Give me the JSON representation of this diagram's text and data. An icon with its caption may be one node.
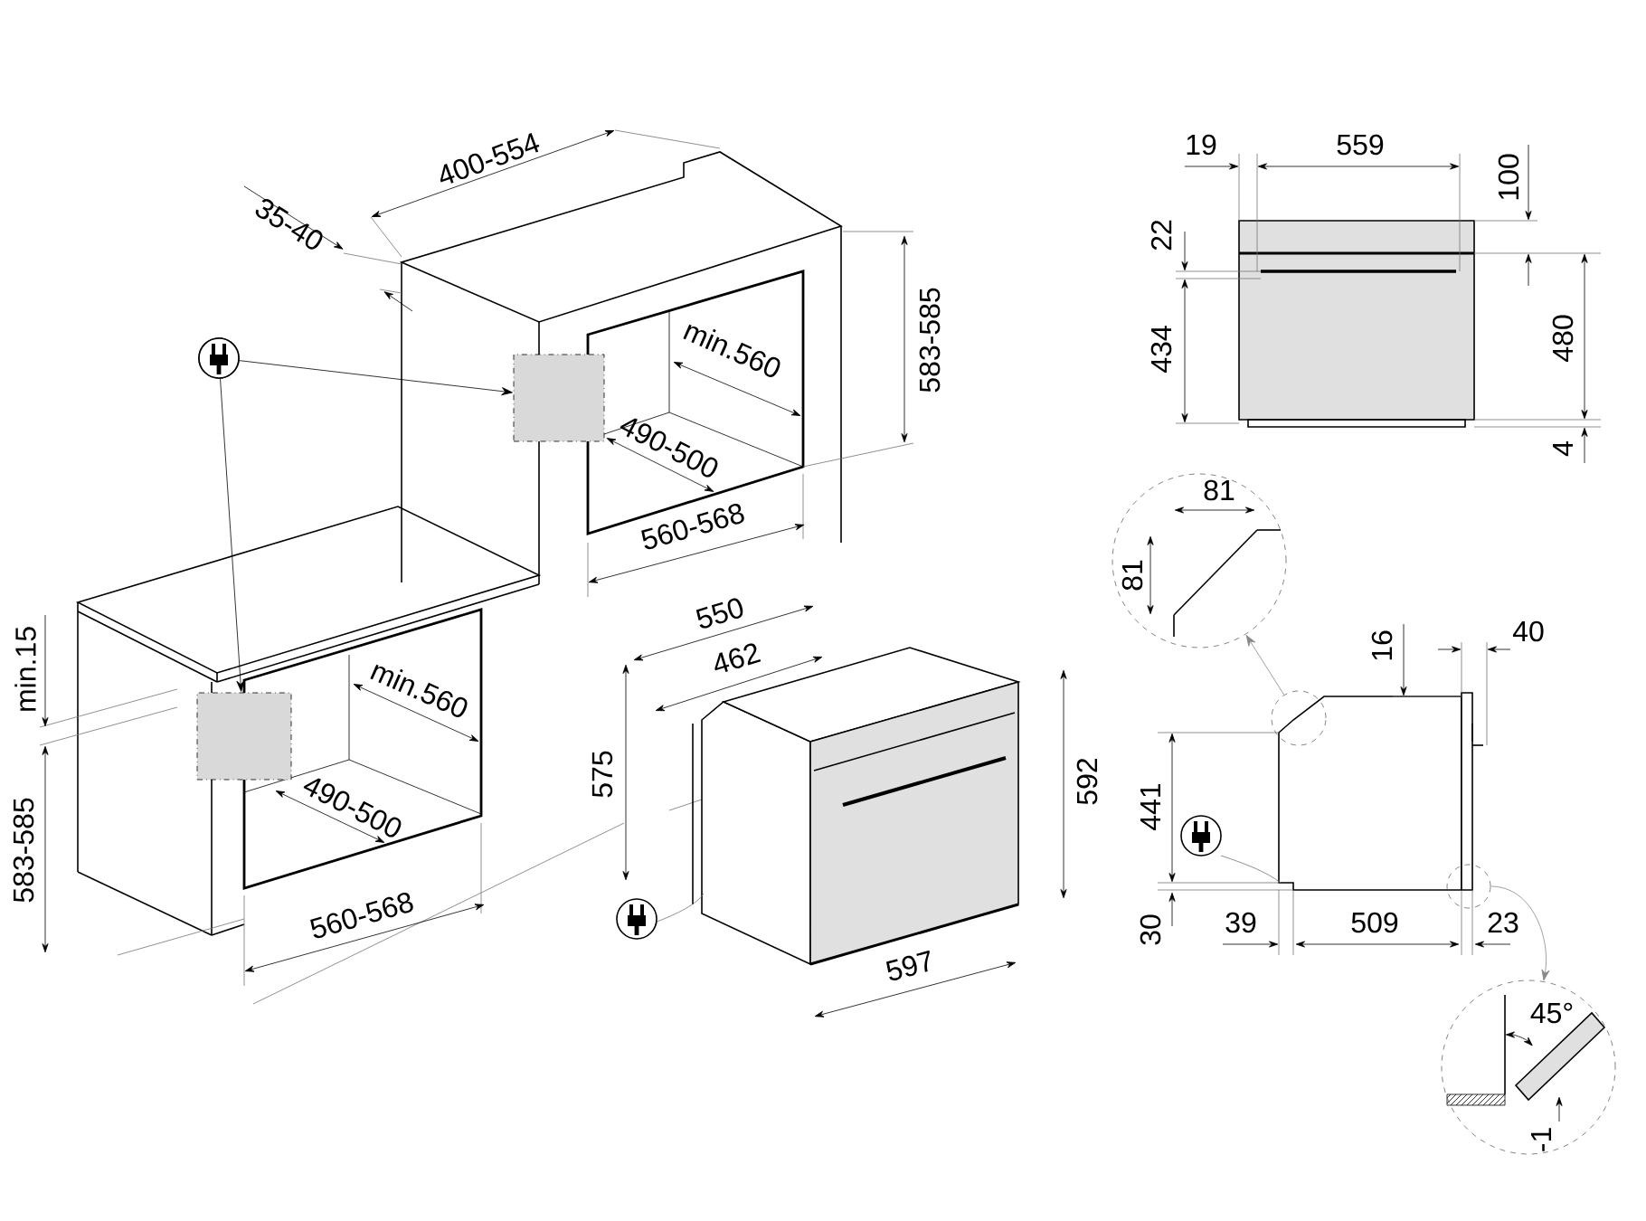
{
  "diagram": {
    "nodes": [
      {
        "text": [],
        "shape": "picture"
      },
      {
        "text": [],
        "shape": "box"
      },
      {
        "text": [],
        "shape": "box"
      },
      {
        "text": [],
        "shape": "circle"
      },
      {
        "text": [
          "81",
          "81"
        ]
      },
      {
        "text": [],
        "shape": "circle"
      },
      {
        "text": [
          "45°",
          "-1"
        ]
      }
    ],
    "edges": [
      {
        "from": 0,
        "to": 1,
        "arrow": "to"
      },
      {
        "from": 0,
        "to": 2,
        "arrow": "to"
      },
      {
        "from": 3,
        "to": 4,
        "arrow": "to",
        "color": "#888888"
      },
      {
        "from": 5,
        "to": 6,
        "arrow": "to",
        "color": "#888888"
      }
    ],
    "labels": [
      "400-554",
      "35-40",
      "583-585",
      "min.560",
      "490-500",
      "560-568",
      "19",
      "559",
      "100",
      "22",
      "434",
      "480",
      "4",
      "min.15",
      "583-585",
      "min.560",
      "490-500",
      "550",
      "462",
      "575",
      "592",
      "560-568",
      "597",
      "16",
      "40",
      "441",
      "30",
      "39",
      "509",
      "23"
    ]
  }
}
